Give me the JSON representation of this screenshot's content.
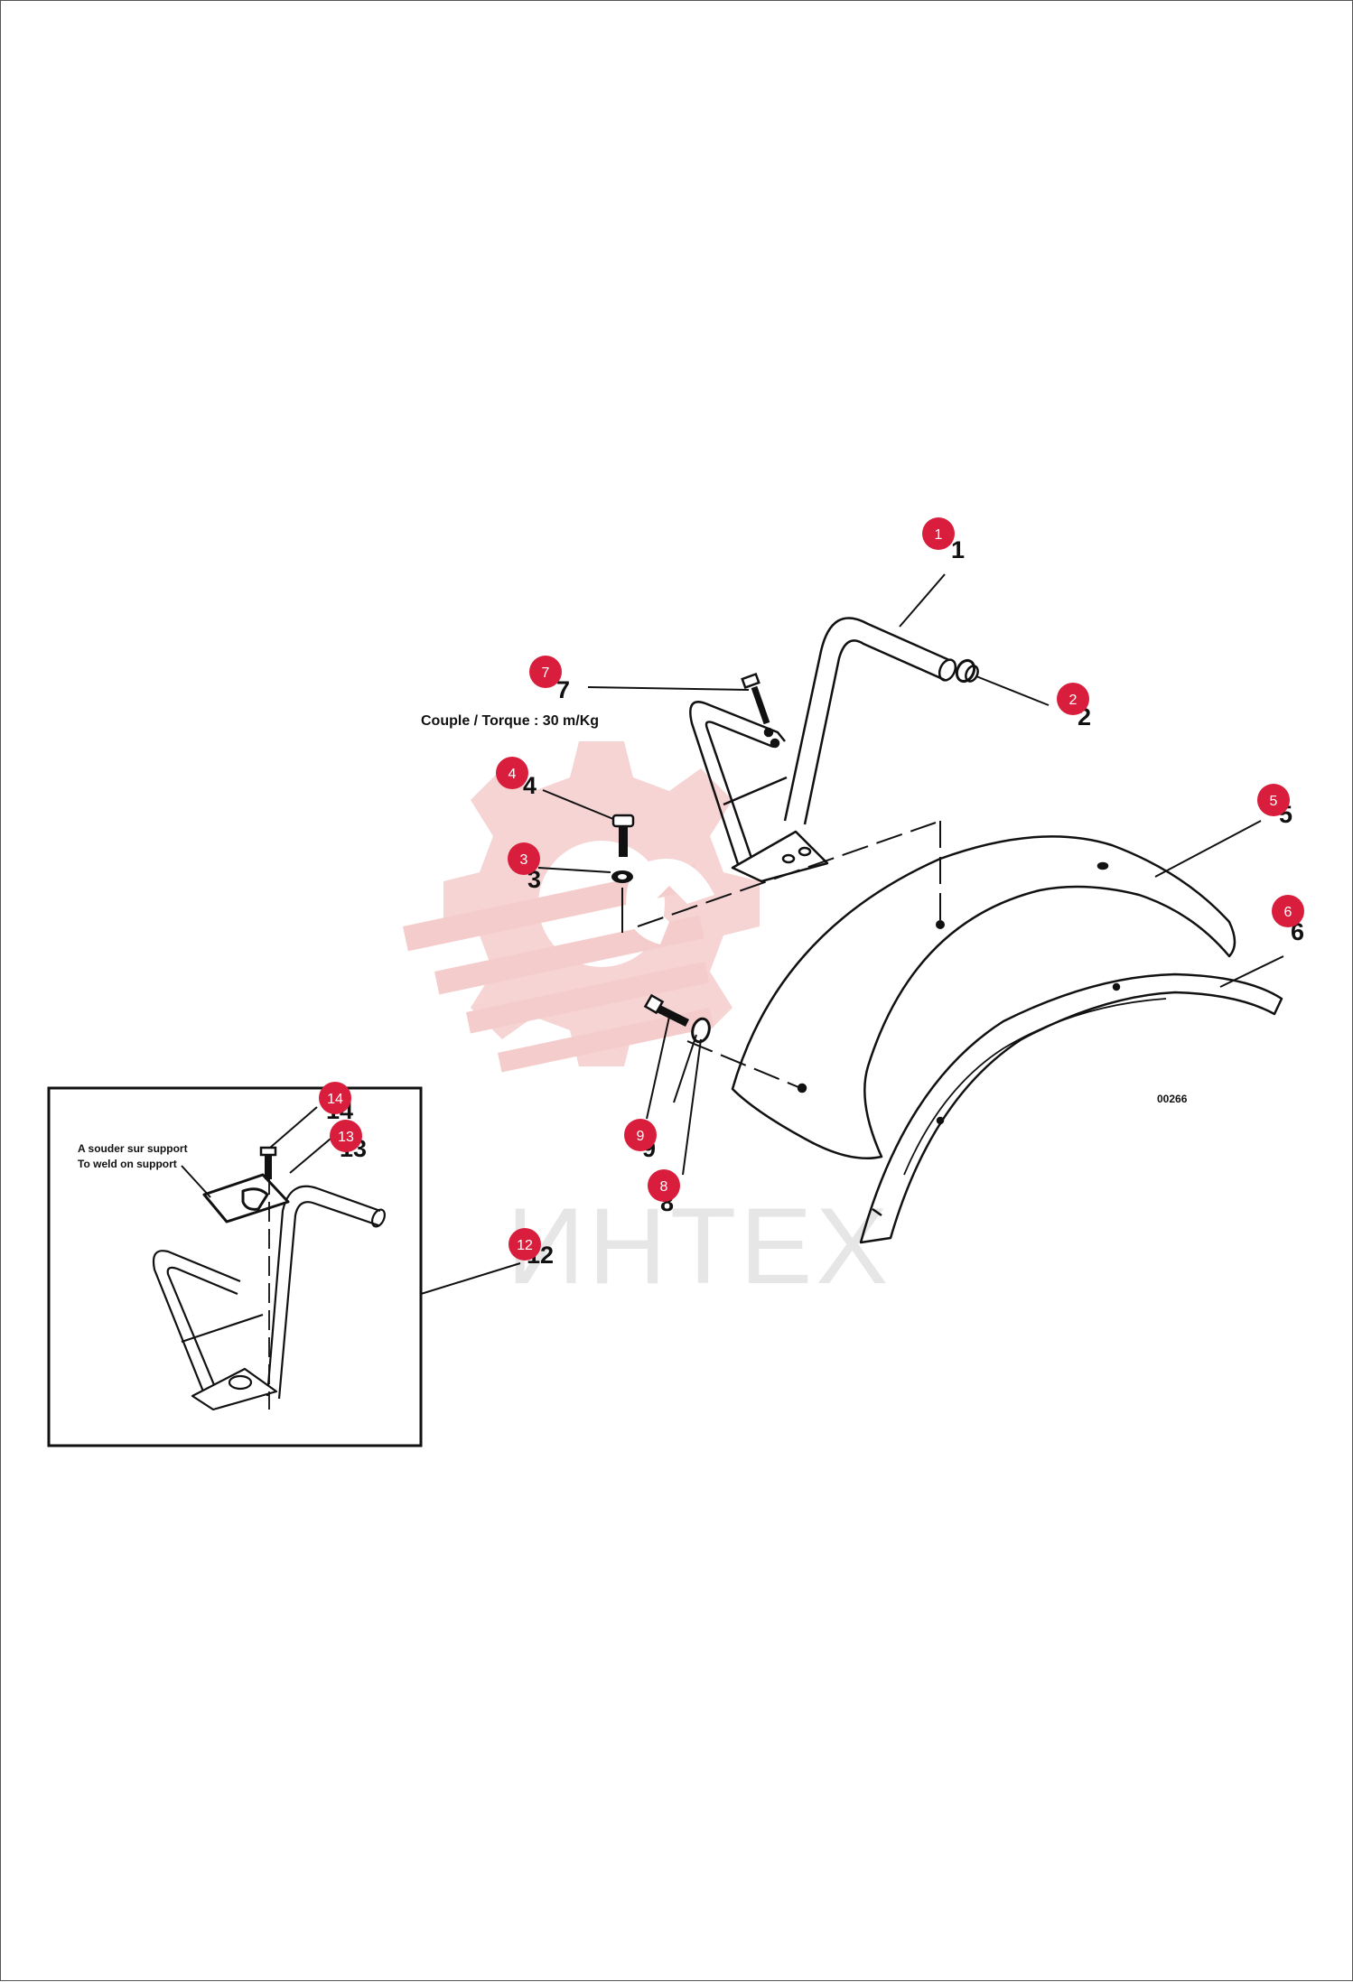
{
  "drawing": {
    "torque_note": "Couple / Torque : 30 m/Kg",
    "drawing_code": "00266",
    "watermark_text": "ИНТЕХ",
    "inset_note_fr": "A souder sur support",
    "inset_note_en": "To weld on support"
  },
  "part_labels": {
    "p1": "1",
    "p2": "2",
    "p3": "3",
    "p4": "4",
    "p5": "5",
    "p6": "6",
    "p7": "7",
    "p8": "8",
    "p9": "9",
    "p12": "12",
    "p13": "13",
    "p14": "14"
  },
  "callouts": {
    "c1": "1",
    "c2": "2",
    "c3": "3",
    "c4": "4",
    "c5": "5",
    "c6": "6",
    "c7": "7",
    "c8": "8",
    "c9": "9",
    "c12": "12",
    "c13": "13",
    "c14": "14"
  },
  "colors": {
    "callout_fill": "#d81e3c",
    "watermark": "#f4c9c9",
    "line": "#111111"
  }
}
